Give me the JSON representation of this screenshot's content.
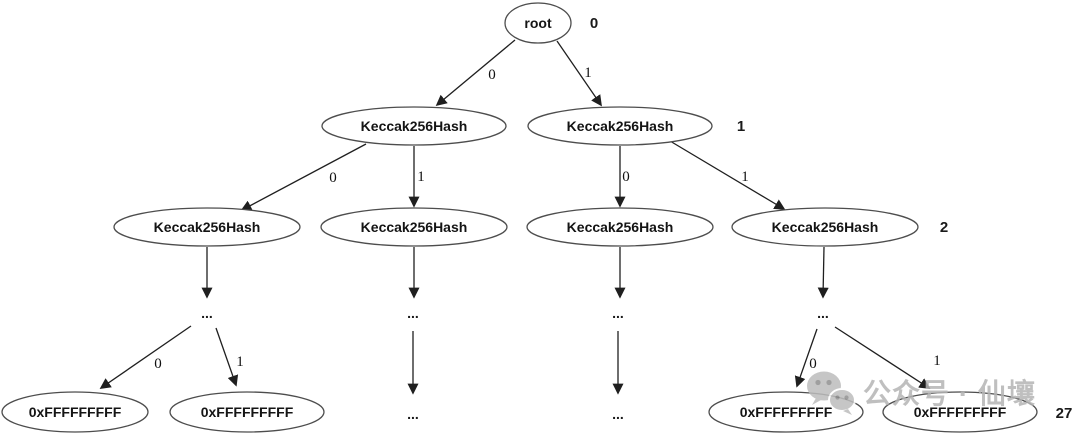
{
  "diagram_type": "merkle-binary-trie",
  "nodes": {
    "root": "root",
    "hash_l1": [
      "Keccak256Hash",
      "Keccak256Hash"
    ],
    "hash_l2": [
      "Keccak256Hash",
      "Keccak256Hash",
      "Keccak256Hash",
      "Keccak256Hash"
    ],
    "ellipsis": "...",
    "leaves": [
      "0xFFFFFFFFF",
      "0xFFFFFFFFF",
      "0xFFFFFFFFF",
      "0xFFFFFFFFF"
    ]
  },
  "edge_labels": {
    "zero": "0",
    "one": "1"
  },
  "depth_labels": [
    "0",
    "1",
    "2",
    "27"
  ],
  "watermark": {
    "text": "公众号 · 仙壤"
  }
}
